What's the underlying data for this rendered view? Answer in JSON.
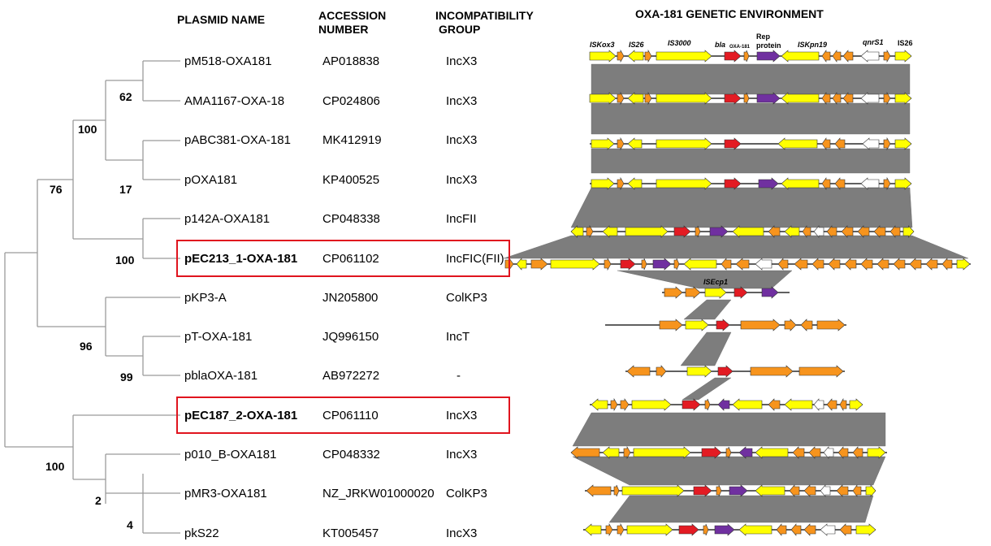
{
  "headers": {
    "plasmid_name": "PLASMID NAME",
    "accession_line1": "ACCESSION",
    "accession_line2": "NUMBER",
    "incompat_line1": "INCOMPATIBILITY",
    "incompat_line2": "GROUP",
    "environment": "OXA-181 GENETIC ENVIRONMENT"
  },
  "plasmids": [
    {
      "name": "pM518-OXA181",
      "accession": "AP018838",
      "group": "IncX3",
      "highlight": false
    },
    {
      "name": "AMA1167-OXA-18",
      "accession": "CP024806",
      "group": "IncX3",
      "highlight": false
    },
    {
      "name": "pABC381-OXA-181",
      "accession": "MK412919",
      "group": "IncX3",
      "highlight": false
    },
    {
      "name": "pOXA181",
      "accession": "KP400525",
      "group": "IncX3",
      "highlight": false
    },
    {
      "name": "p142A-OXA181",
      "accession": "CP048338",
      "group": "IncFII",
      "highlight": false
    },
    {
      "name": "pEC213_1-OXA-181",
      "accession": "CP061102",
      "group": "IncFIC(FII)",
      "highlight": true
    },
    {
      "name": "pKP3-A",
      "accession": "JN205800",
      "group": "ColKP3",
      "highlight": false
    },
    {
      "name": "pT-OXA-181",
      "accession": "JQ996150",
      "group": "IncT",
      "highlight": false
    },
    {
      "name": "pblaOXA-181",
      "accession": "AB972272",
      "group": "-",
      "highlight": false
    },
    {
      "name": "pEC187_2-OXA-181",
      "accession": "CP061110",
      "group": "IncX3",
      "highlight": true
    },
    {
      "name": "p010_B-OXA181",
      "accession": "CP048332",
      "group": "IncX3",
      "highlight": false
    },
    {
      "name": "pMR3-OXA181",
      "accession": "NZ_JRKW01000020",
      "group": "ColKP3",
      "highlight": false
    },
    {
      "name": "pkS22",
      "accession": "KT005457",
      "group": "IncX3",
      "highlight": false
    }
  ],
  "bootstrap": [
    "62",
    "100",
    "17",
    "76",
    "100",
    "96",
    "99",
    "100",
    "2",
    "4"
  ],
  "gene_labels": [
    "ISKox3",
    "IS26",
    "IS3000",
    "bla",
    "OXA-181",
    "Rep",
    "protein",
    "ISKpn19",
    "qnrS1",
    "IS26",
    "ISEcp1"
  ],
  "colors": {
    "is_element": "#ffff00",
    "other_gene": "#f7941d",
    "bla_oxa": "#e31b23",
    "rep_protein": "#7030a0",
    "qnr": "#ffffff",
    "similarity_block": "#707070",
    "highlight_box": "#e0141e"
  }
}
